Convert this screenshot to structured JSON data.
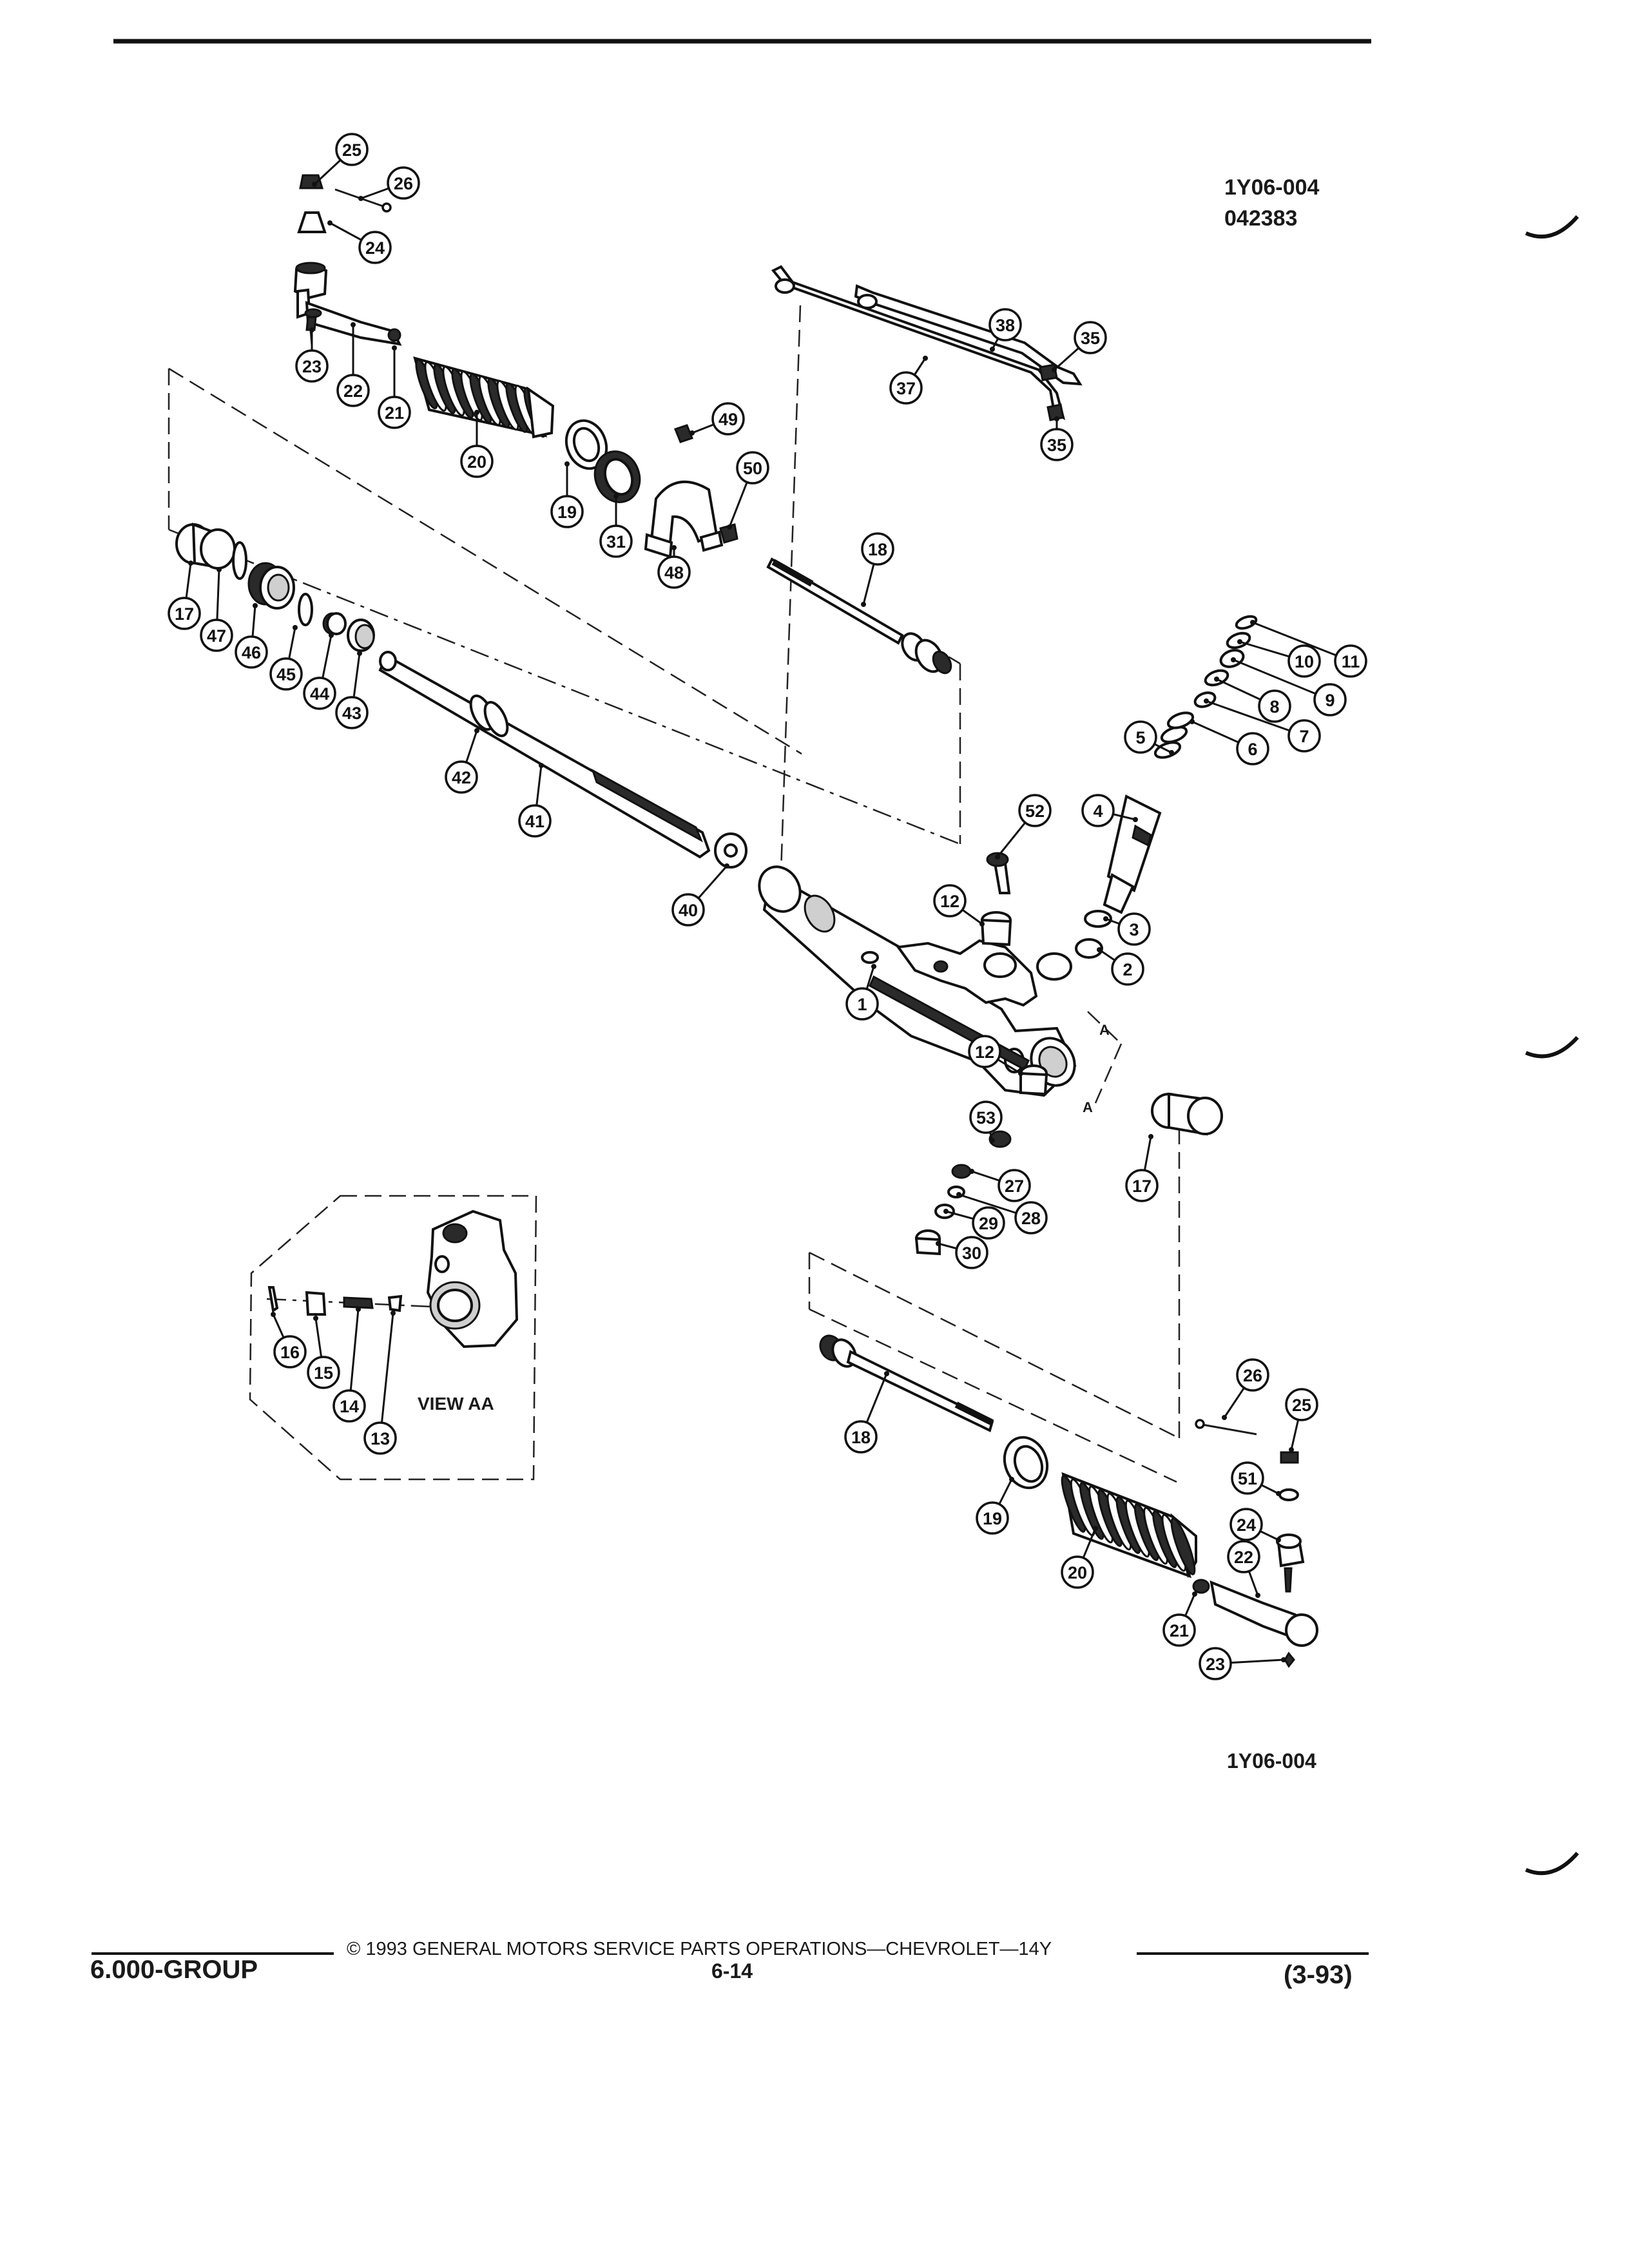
{
  "header": {
    "code": "1Y06-004",
    "sub_code": "042383"
  },
  "view_label": "VIEW AA",
  "section_marker_a": "A",
  "figure_code_bottom": "1Y06-004",
  "footer": {
    "group": "6.000-GROUP",
    "copyright": "© 1993 GENERAL MOTORS SERVICE PARTS OPERATIONS—CHEVROLET—14Y",
    "page": "6-14",
    "date": "(3-93)"
  },
  "callouts": [
    {
      "id": "c25a",
      "label": "25"
    },
    {
      "id": "c26a",
      "label": "26"
    },
    {
      "id": "c24a",
      "label": "24"
    },
    {
      "id": "c23a",
      "label": "23"
    },
    {
      "id": "c22a",
      "label": "22"
    },
    {
      "id": "c21a",
      "label": "21"
    },
    {
      "id": "c20a",
      "label": "20"
    },
    {
      "id": "c19a",
      "label": "19"
    },
    {
      "id": "c31",
      "label": "31"
    },
    {
      "id": "c49",
      "label": "49"
    },
    {
      "id": "c50",
      "label": "50"
    },
    {
      "id": "c48",
      "label": "48"
    },
    {
      "id": "c38",
      "label": "38"
    },
    {
      "id": "c35a",
      "label": "35"
    },
    {
      "id": "c37",
      "label": "37"
    },
    {
      "id": "c35b",
      "label": "35"
    },
    {
      "id": "c18a",
      "label": "18"
    },
    {
      "id": "c17a",
      "label": "17"
    },
    {
      "id": "c47",
      "label": "47"
    },
    {
      "id": "c46",
      "label": "46"
    },
    {
      "id": "c45",
      "label": "45"
    },
    {
      "id": "c44",
      "label": "44"
    },
    {
      "id": "c43",
      "label": "43"
    },
    {
      "id": "c42",
      "label": "42"
    },
    {
      "id": "c41",
      "label": "41"
    },
    {
      "id": "c40",
      "label": "40"
    },
    {
      "id": "c11",
      "label": "11"
    },
    {
      "id": "c10",
      "label": "10"
    },
    {
      "id": "c9",
      "label": "9"
    },
    {
      "id": "c8",
      "label": "8"
    },
    {
      "id": "c7",
      "label": "7"
    },
    {
      "id": "c6",
      "label": "6"
    },
    {
      "id": "c5",
      "label": "5"
    },
    {
      "id": "c4",
      "label": "4"
    },
    {
      "id": "c3",
      "label": "3"
    },
    {
      "id": "c2",
      "label": "2"
    },
    {
      "id": "c52",
      "label": "52"
    },
    {
      "id": "c12a",
      "label": "12"
    },
    {
      "id": "c1",
      "label": "1"
    },
    {
      "id": "c12b",
      "label": "12"
    },
    {
      "id": "c53",
      "label": "53"
    },
    {
      "id": "c27",
      "label": "27"
    },
    {
      "id": "c28",
      "label": "28"
    },
    {
      "id": "c29",
      "label": "29"
    },
    {
      "id": "c30",
      "label": "30"
    },
    {
      "id": "c17b",
      "label": "17"
    },
    {
      "id": "c16",
      "label": "16"
    },
    {
      "id": "c15",
      "label": "15"
    },
    {
      "id": "c14",
      "label": "14"
    },
    {
      "id": "c13",
      "label": "13"
    },
    {
      "id": "c18b",
      "label": "18"
    },
    {
      "id": "c19b",
      "label": "19"
    },
    {
      "id": "c20b",
      "label": "20"
    },
    {
      "id": "c21b",
      "label": "21"
    },
    {
      "id": "c26b",
      "label": "26"
    },
    {
      "id": "c25b",
      "label": "25"
    },
    {
      "id": "c51",
      "label": "51"
    },
    {
      "id": "c24b",
      "label": "24"
    },
    {
      "id": "c22b",
      "label": "22"
    },
    {
      "id": "c23b",
      "label": "23"
    }
  ]
}
